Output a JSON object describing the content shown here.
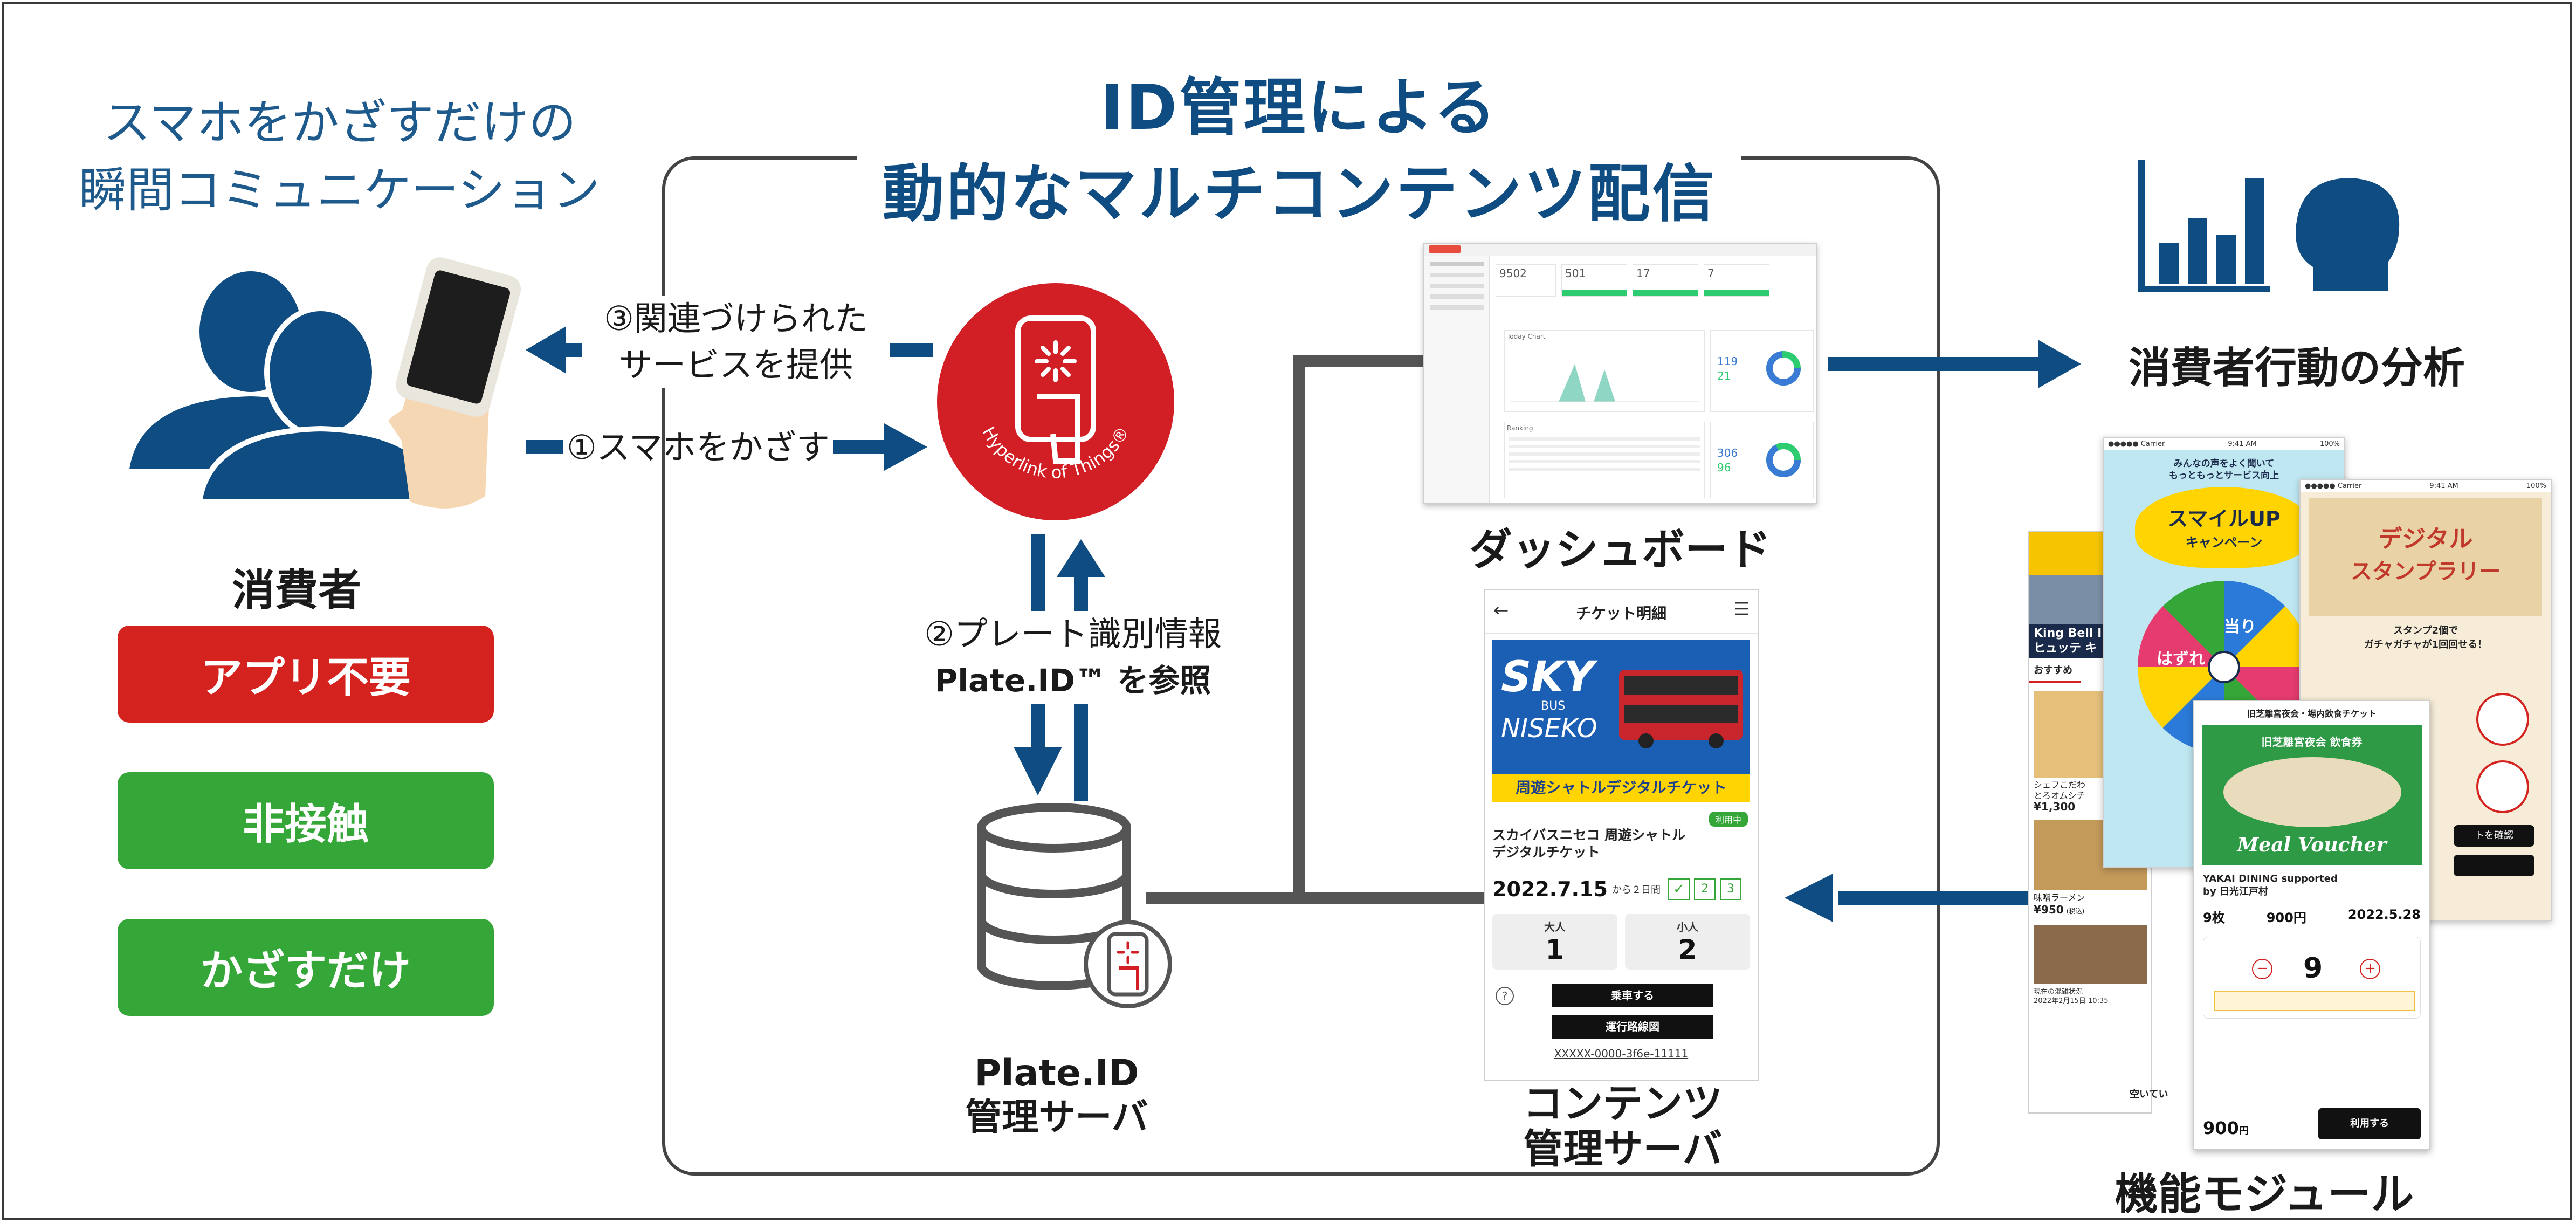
{
  "intro": {
    "line1": "スマホをかざすだけの",
    "line2": "瞬間コミュニケーション"
  },
  "title": {
    "line1": "ID管理による",
    "line2": "動的なマルチコンテンツ配信"
  },
  "consumer_label": "消費者",
  "features": [
    "アプリ不要",
    "非接触",
    "かざすだけ"
  ],
  "flow": {
    "step3_line1": "③関連づけられた",
    "step3_line2": "サービスを提供",
    "step1": "①スマホをかざす",
    "step2_line1": "②プレート識別情報",
    "step2_line2": "Plate.ID™ を参照"
  },
  "hub_logo_text": "Hyperlink of Things®",
  "server": {
    "line1": "Plate.ID",
    "line2": "管理サーバ"
  },
  "dashboard": {
    "label": "ダッシュボード",
    "stats": [
      "9502",
      "501",
      "17",
      "7"
    ],
    "panel1_title": "Today Chart",
    "panel2_title": "Ranking",
    "side_values_top": [
      "119",
      "21"
    ],
    "side_values_bottom": [
      "306",
      "96"
    ]
  },
  "contents": {
    "label_line1": "コンテンツ",
    "label_line2": "管理サーバ",
    "header": "チケット明細",
    "brand_sky": "SKY",
    "brand_bus": "BUS",
    "brand_place": "NISEKO",
    "banner": "周遊シャトルデジタルチケット",
    "ticket_name_line1": "スカイバスニセコ 周遊シャトル",
    "ticket_name_line2": "デジタルチケット",
    "badge": "利用中",
    "date": "2022.7.15",
    "date_suffix": "から２日間",
    "day_checks": [
      "2",
      "3"
    ],
    "adult_label": "大人",
    "adult_count": "1",
    "child_label": "小人",
    "child_count": "2",
    "btn_board": "乗車する",
    "btn_route": "運行路線図",
    "code": "XXXXX-0000-3f6e-11111"
  },
  "analysis_label": "消費者行動の分析",
  "modules": {
    "label": "機能モジュール",
    "status_carrier": "●●●●● Carrier",
    "status_time": "9:41 AM",
    "status_battery": "100%",
    "shop_name_line1": "King Bell I",
    "shop_name_line2": "ヒュッテ キ",
    "tab_recommended": "おすすめ",
    "item1_name_line1": "シェフこだわ",
    "item1_name_line2": "とろオムシチ",
    "item1_price": "¥1,300",
    "item2_name": "味噌ラーメン",
    "item2_price": "¥950",
    "item2_tax": "(税込)",
    "congestion_line1": "現在の混雑状況",
    "congestion_line2": "2022年2月15日 10:35",
    "congestion_status": "空いてい",
    "smile_line1": "みんなの声をよく聞いて",
    "smile_line2": "もっともっとサービス向上",
    "smile_title_line1": "スマイルUP",
    "smile_title_line2": "キャンペーン",
    "wheel_win": "当り",
    "wheel_lose": "はずれ",
    "stamp_title_line1": "デジタル",
    "stamp_title_line2": "スタンプラリー",
    "stamp_text_line1": "スタンプ2個で",
    "stamp_text_line2": "ガチャガチャが1回回せる！",
    "stamp_confirm": "トを確認",
    "meal_header": "旧芝離宮夜会・場内飲食チケット",
    "meal_title": "旧芝離宮夜会 飲食券",
    "meal_voucher": "Meal Voucher",
    "meal_shop_line1": "YAKAI DINING supported",
    "meal_shop_line2": "by 日光江戸村",
    "meal_count_label": "9枚",
    "meal_price_label": "900円",
    "meal_date_label": "2022.5.28",
    "meal_qty": "9",
    "meal_total": "900",
    "meal_total_unit": "円",
    "meal_btn": "利用する"
  }
}
